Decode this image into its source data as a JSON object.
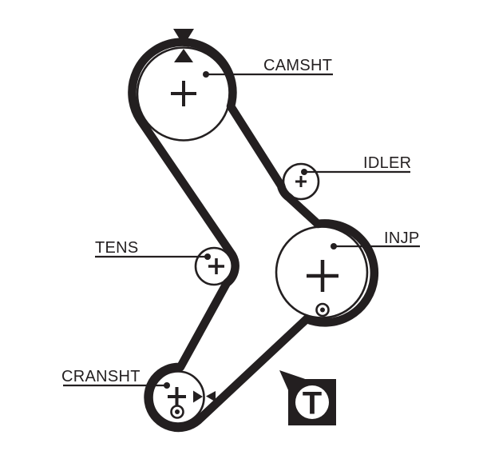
{
  "diagram": {
    "type": "timing-belt-routing-diagram",
    "background_color": "#ffffff",
    "ink_color": "#231f20",
    "labels": {
      "camshaft": "CAMSHT",
      "idler": "IDLER",
      "injection_pump": "INJP",
      "tensioner": "TENS",
      "crankshaft": "CRANSHT"
    },
    "t_marker": {
      "label": "T"
    },
    "pulleys": [
      {
        "id": "camshaft",
        "label": "CAMSHT",
        "size": "large",
        "markers": [
          "center-cross",
          "timing-alignment-triangles"
        ]
      },
      {
        "id": "idler",
        "label": "IDLER",
        "size": "small",
        "markers": [
          "center-cross"
        ]
      },
      {
        "id": "tensioner",
        "label": "TENS",
        "size": "small",
        "markers": [
          "center-cross"
        ]
      },
      {
        "id": "injection-pump",
        "label": "INJP",
        "size": "large",
        "markers": [
          "center-cross",
          "bolt-mark"
        ]
      },
      {
        "id": "crankshaft",
        "label": "CRANSHT",
        "size": "medium",
        "markers": [
          "center-cross",
          "bolt-mark",
          "timing-alignment-triangles"
        ]
      }
    ]
  }
}
